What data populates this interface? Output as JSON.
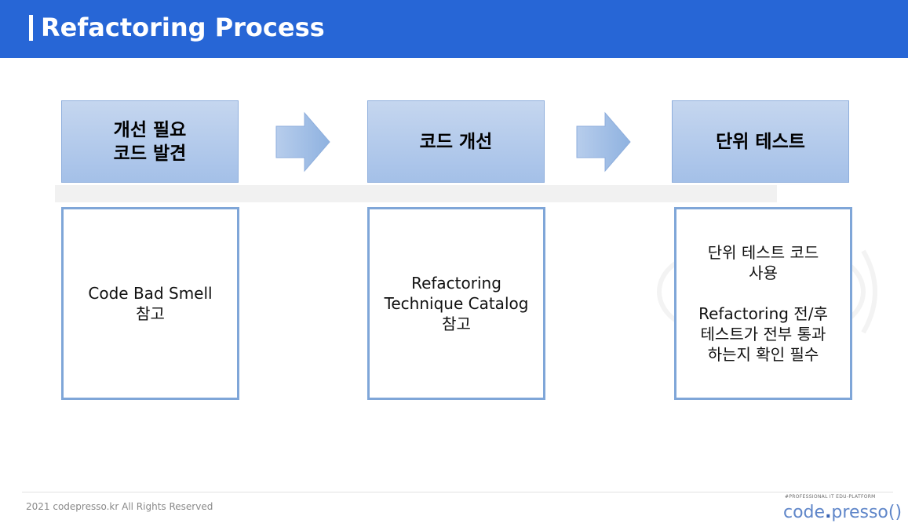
{
  "header": {
    "title": "Refactoring Process"
  },
  "steps": [
    {
      "lines": [
        "개선 필요",
        "코드 발견"
      ]
    },
    {
      "lines": [
        "코드 개선"
      ]
    },
    {
      "lines": [
        "단위 테스트"
      ]
    }
  ],
  "details": [
    {
      "lines": [
        "Code Bad Smell",
        "참고"
      ]
    },
    {
      "lines": [
        "Refactoring",
        "Technique Catalog",
        "참고"
      ]
    },
    {
      "lines": [
        "단위 테스트 코드",
        "사용",
        "",
        "Refactoring 전/후",
        "테스트가 전부 통과",
        "하는지 확인 필수"
      ]
    }
  ],
  "footer": {
    "copyright": "2021 codepresso.kr All Rights Reserved",
    "brand_tagline": "#PROFESSIONAL IT EDU-PLATFORM",
    "brand_logo": {
      "left": "code",
      "dot": ".",
      "right": "presso()"
    }
  },
  "colors": {
    "header": "#2766d6",
    "step_fill": "#a4c0e8",
    "detail_border": "#7fa6d8",
    "arrow_fill": "#9dbde6"
  }
}
